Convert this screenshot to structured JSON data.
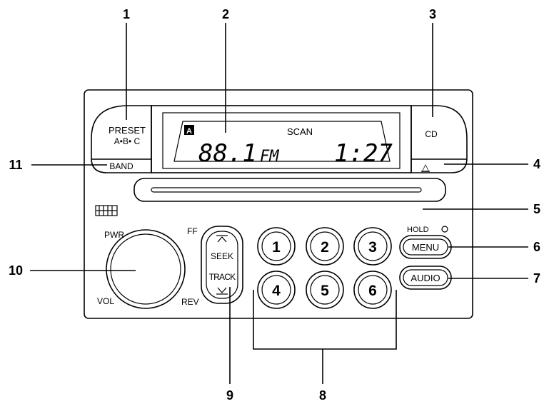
{
  "callouts": {
    "c1": "1",
    "c2": "2",
    "c3": "3",
    "c4": "4",
    "c5": "5",
    "c6": "6",
    "c7": "7",
    "c8": "8",
    "c9": "9",
    "c10": "10",
    "c11": "11"
  },
  "left_panel": {
    "preset_label": "PRESET",
    "preset_sub": "A•B• C",
    "band_label": "BAND"
  },
  "display": {
    "preset_indicator": "A",
    "scan_label": "SCAN",
    "frequency": "88.1",
    "band_unit": "FM",
    "time": "1:27"
  },
  "right_panel": {
    "cd_label": "CD",
    "eject_symbol": "△",
    "hold_label": "HOLD",
    "menu_label": "MENU",
    "audio_label": "AUDIO"
  },
  "knob": {
    "pwr_label": "PWR",
    "vol_label": "VOL"
  },
  "seek": {
    "ff_label": "FF",
    "rev_label": "REV",
    "seek_label": "SEEK",
    "track_label": "TRACK"
  },
  "presets": [
    "1",
    "2",
    "3",
    "4",
    "5",
    "6"
  ]
}
